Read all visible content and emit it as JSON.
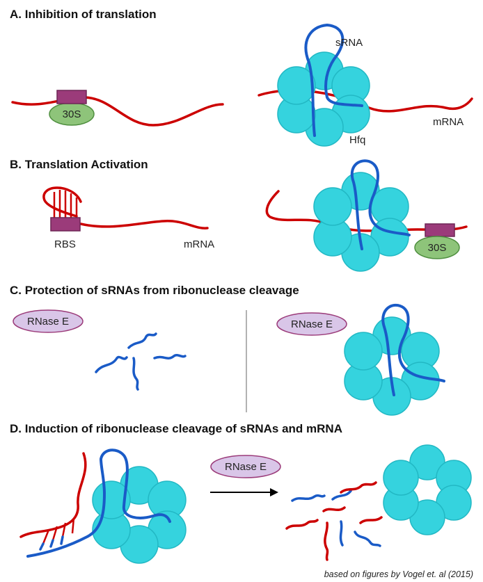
{
  "sections": {
    "a": {
      "title": "A.   Inhibition of translation"
    },
    "b": {
      "title": "B. Translation Activation"
    },
    "c": {
      "title": "C. Protection of sRNAs from ribonuclease cleavage"
    },
    "d": {
      "title": "D. Induction of ribonuclease cleavage of sRNAs and mRNA"
    }
  },
  "labels": {
    "srna": "sRNA",
    "mrna": "mRNA",
    "hfq": "Hfq",
    "ribosome_30s": "30S",
    "rbs": "RBS",
    "rnase_e": "RNase E"
  },
  "caption": "based on figures by Vogel et. al (2015)",
  "colors": {
    "mrna": "#cc0000",
    "srna": "#1a5bc7",
    "hfq_fill": "#35d3de",
    "hfq_stroke": "#22b8c4",
    "ribosome_fill": "#8ec47a",
    "ribosome_stroke": "#4f8f3f",
    "rbs_fill": "#9b3b7a",
    "rbs_stroke": "#6e2656",
    "rnase_fill": "#d9c6e8",
    "rnase_stroke": "#9b3b7a",
    "divider": "#999999",
    "arrow": "#000000"
  }
}
